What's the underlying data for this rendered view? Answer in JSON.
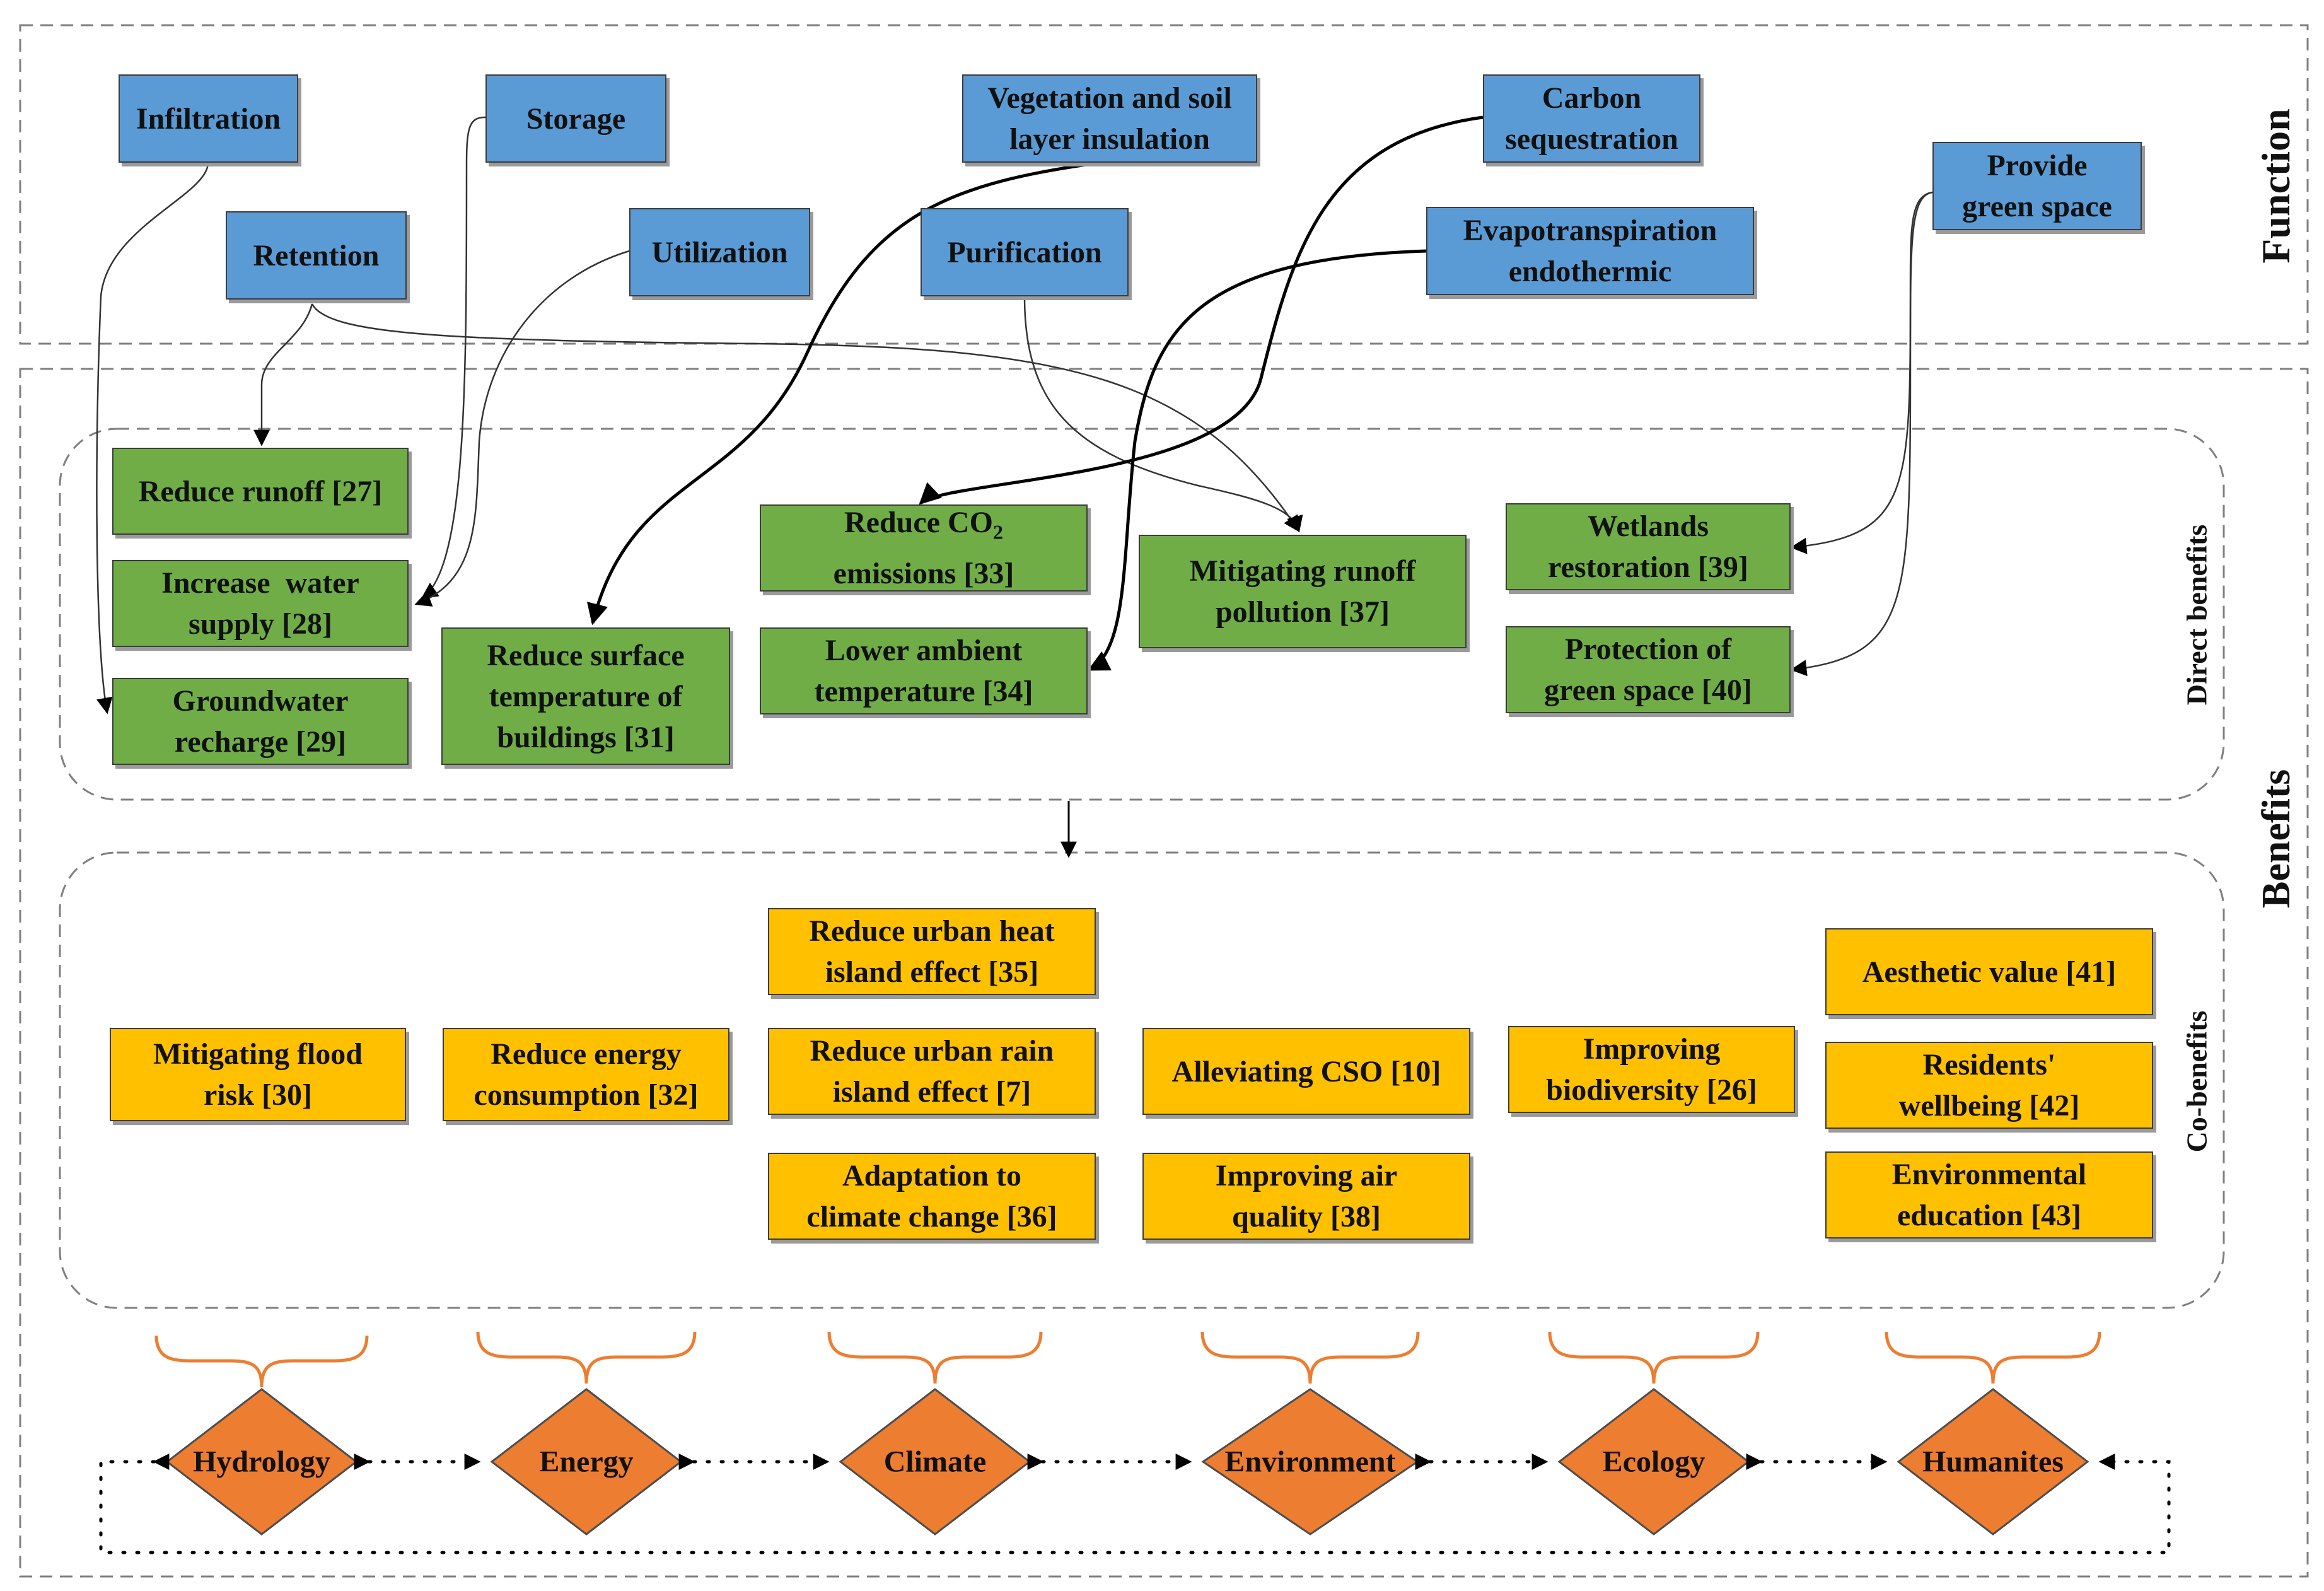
{
  "sections": {
    "function_label": "Function",
    "benefits_label": "Benefits",
    "direct_label": "Direct benefits",
    "co_label": "Co-benefits"
  },
  "functions": {
    "infiltration": "Infiltration",
    "storage": "Storage",
    "veg_line1": "Vegetation and soil",
    "veg_line2": "layer insulation",
    "carbon_line1": "Carbon",
    "carbon_line2": "sequestration",
    "retention": "Retention",
    "utilization": "Utilization",
    "purification": "Purification",
    "evapo_line1": "Evapotranspiration",
    "evapo_line2": "endothermic",
    "green_line1": "Provide",
    "green_line2": "green space"
  },
  "direct_benefits": {
    "reduce_runoff": "Reduce runoff [27]",
    "water_supply_line1": "Increase  water",
    "water_supply_line2": "supply [28]",
    "groundwater_line1": "Groundwater",
    "groundwater_line2": "recharge [29]",
    "surface_temp_line1": "Reduce surface",
    "surface_temp_line2": "temperature of",
    "surface_temp_line3": "buildings [31]",
    "co2_prefix": "Reduce CO",
    "co2_sub": "2",
    "co2_line2": "emissions [33]",
    "ambient_line1": "Lower ambient",
    "ambient_line2": "temperature [34]",
    "runoff_pollution_line1": "Mitigating runoff",
    "runoff_pollution_line2": "pollution [37]",
    "wetlands_line1": "Wetlands",
    "wetlands_line2": "restoration [39]",
    "green_protect_line1": "Protection of",
    "green_protect_line2": "green space [40]"
  },
  "co_benefits": {
    "flood_line1": "Mitigating flood",
    "flood_line2": "risk [30]",
    "energy_line1": "Reduce energy",
    "energy_line2": "consumption [32]",
    "heat_island_line1": "Reduce urban heat",
    "heat_island_line2": "island effect [35]",
    "rain_island_line1": "Reduce urban rain",
    "rain_island_line2": "island effect [7]",
    "climate_line1": "Adaptation to",
    "climate_line2": "climate change [36]",
    "cso": "Alleviating CSO [10]",
    "air_line1": "Improving air",
    "air_line2": "quality [38]",
    "biodiversity_line1": "Improving",
    "biodiversity_line2": "biodiversity [26]",
    "aesthetic": "Aesthetic value [41]",
    "wellbeing_line1": "Residents'",
    "wellbeing_line2": "wellbeing [42]",
    "education_line1": "Environmental",
    "education_line2": "education [43]"
  },
  "categories": {
    "hydrology": "Hydrology",
    "energy": "Energy",
    "climate": "Climate",
    "environment": "Environment",
    "ecology": "Ecology",
    "humanities": "Humanites"
  },
  "colors": {
    "function": "#5b9bd5",
    "direct_benefit": "#70ad47",
    "co_benefit": "#ffc000",
    "category": "#ed7d31",
    "bracket": "#ed7d31"
  }
}
